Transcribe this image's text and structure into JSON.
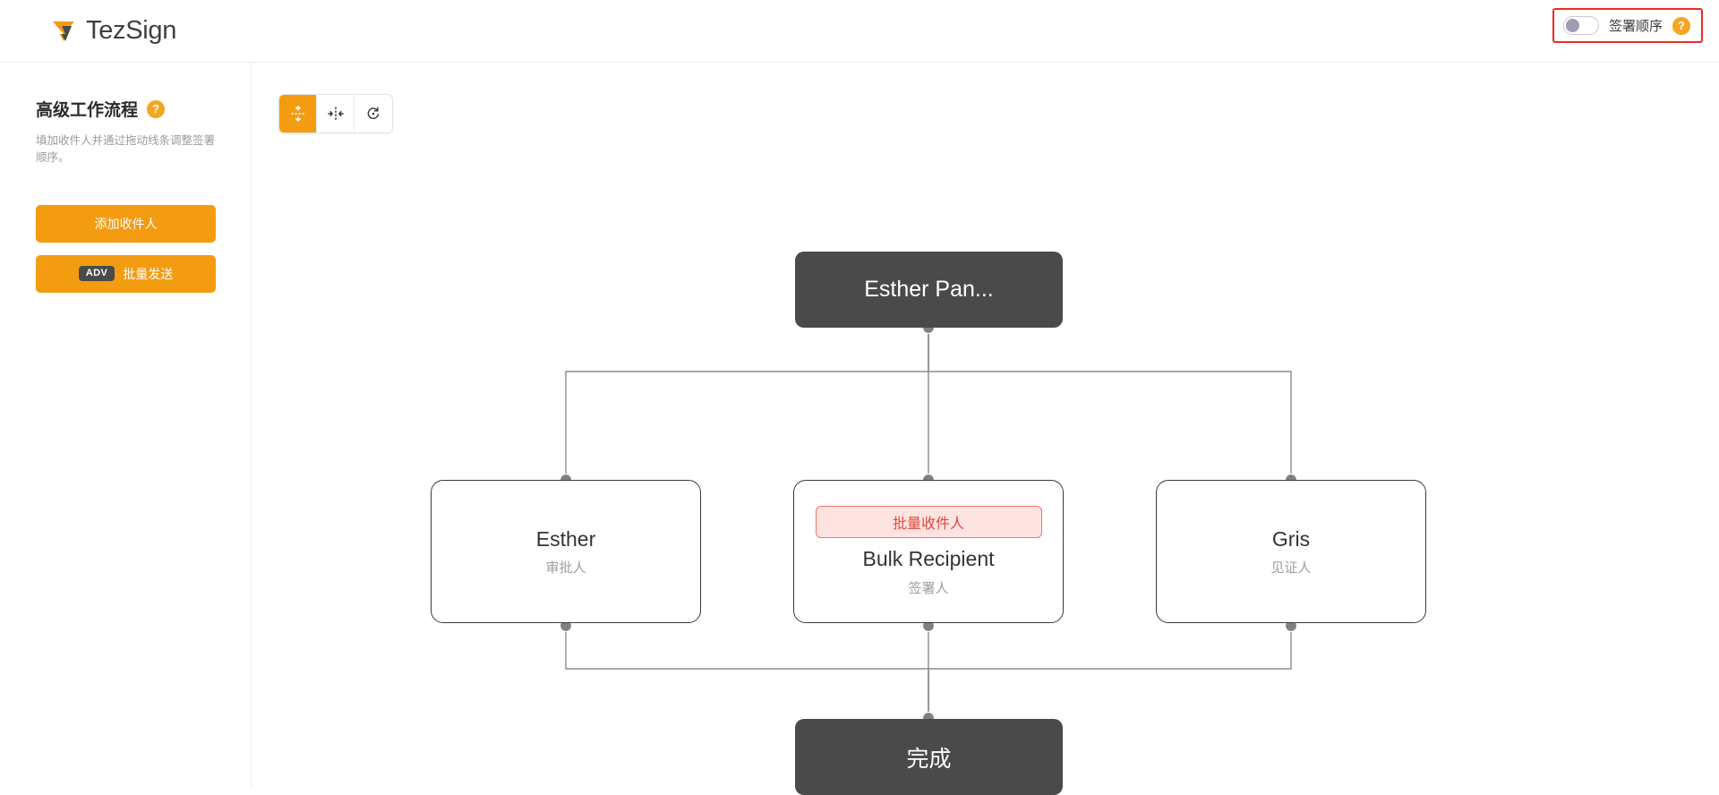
{
  "header": {
    "brand_name": "TezSign",
    "brand_logo_icon": "tezsign-logo-icon",
    "signing_order": {
      "label": "签署顺序",
      "toggle_state": "off",
      "help_icon": "question-mark-icon",
      "highlight_color": "#ee2b24"
    }
  },
  "sidebar": {
    "title": "高级工作流程",
    "title_help_icon": "question-mark-icon",
    "description": "填加收件人并通过拖动线条调整签署顺序。",
    "buttons": [
      {
        "label": "添加收件人",
        "badge": null,
        "name": "add-recipient-button"
      },
      {
        "label": "批量发送",
        "badge": "ADV",
        "name": "bulk-send-button"
      }
    ],
    "accent_color": "#f39c12"
  },
  "toolbar": {
    "buttons": [
      {
        "icon": "vertical-align-icon",
        "active": true,
        "name": "vertical-layout-button"
      },
      {
        "icon": "horizontal-align-icon",
        "active": false,
        "name": "horizontal-layout-button"
      },
      {
        "icon": "reset-rotate-icon",
        "active": false,
        "name": "reset-view-button"
      }
    ]
  },
  "flow": {
    "start_node": {
      "label": "Esther Pan...",
      "type": "terminal"
    },
    "end_node": {
      "label": "完成",
      "type": "terminal"
    },
    "recipients": [
      {
        "name": "Esther",
        "role": "审批人",
        "badge": null
      },
      {
        "name": "Bulk Recipient",
        "role": "签署人",
        "badge": "批量收件人"
      },
      {
        "name": "Gris",
        "role": "见证人",
        "badge": null
      }
    ],
    "colors": {
      "terminal_bg": "#4a4a4a",
      "card_border": "#3a3a3a",
      "badge_bg": "#ffe3e1",
      "badge_border": "#e8796f",
      "badge_text": "#e0493c",
      "edge": "#8c8c8c"
    }
  }
}
